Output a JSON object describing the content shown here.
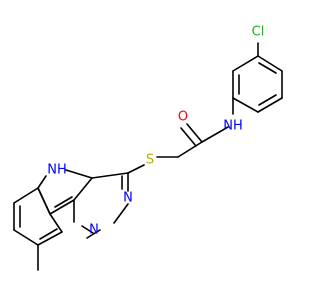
{
  "colors": {
    "background": "#ffffff",
    "bond": "#000000",
    "Cl": "#1fb01f",
    "O": "#ff0000",
    "N": "#0000ff",
    "S": "#b3b300"
  },
  "atoms": {
    "cl": "Cl",
    "o": "O",
    "nh_amide": "NH",
    "nh_indole": "NH",
    "n_pyr_1": "N",
    "n_pyr_2": "N",
    "s": "S"
  }
}
